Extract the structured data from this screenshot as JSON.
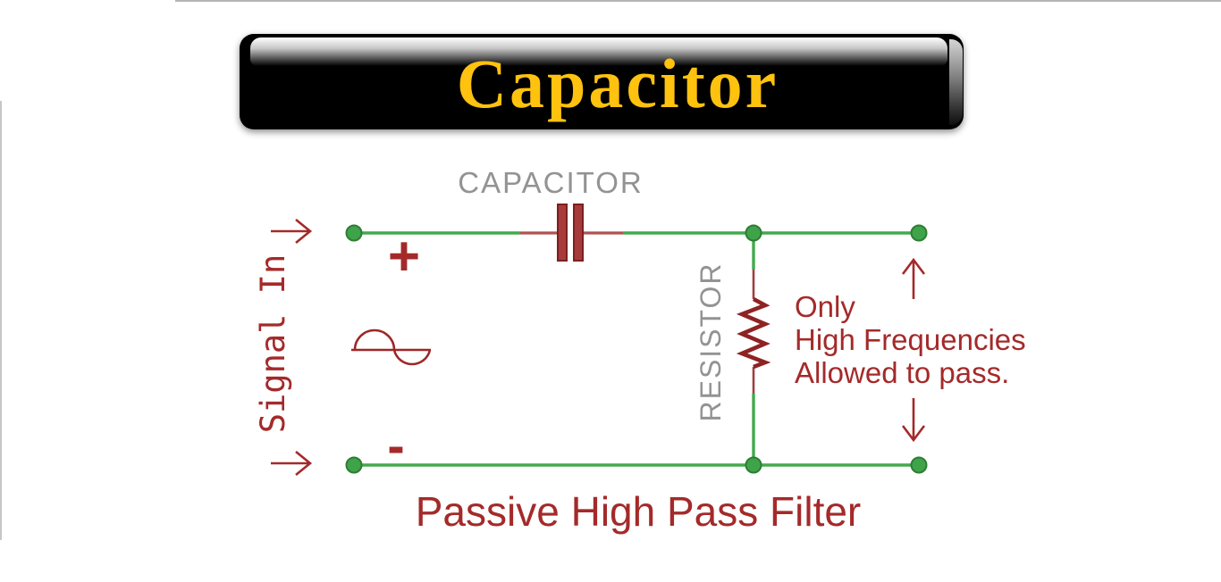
{
  "banner": {
    "title": "Capacitor",
    "background": "#000000",
    "title_color": "#FFC20E"
  },
  "circuit": {
    "capacitor_label": "CAPACITOR",
    "resistor_label": "RESISTOR",
    "signal_in_label": "Signal In",
    "plus_sign": "+",
    "minus_sign": "-",
    "annotation_lines": [
      "Only",
      "High Frequencies",
      "Allowed to pass."
    ],
    "caption": "Passive High Pass Filter",
    "colors": {
      "wire_green": "#44A94D",
      "node_green": "#3FA34A",
      "node_border_green": "#2E7D34",
      "component_red": "#A42A2A",
      "capacitor_plate_red": "#A73B3B",
      "lead_red": "#AF5152",
      "label_gray": "#939393"
    }
  }
}
